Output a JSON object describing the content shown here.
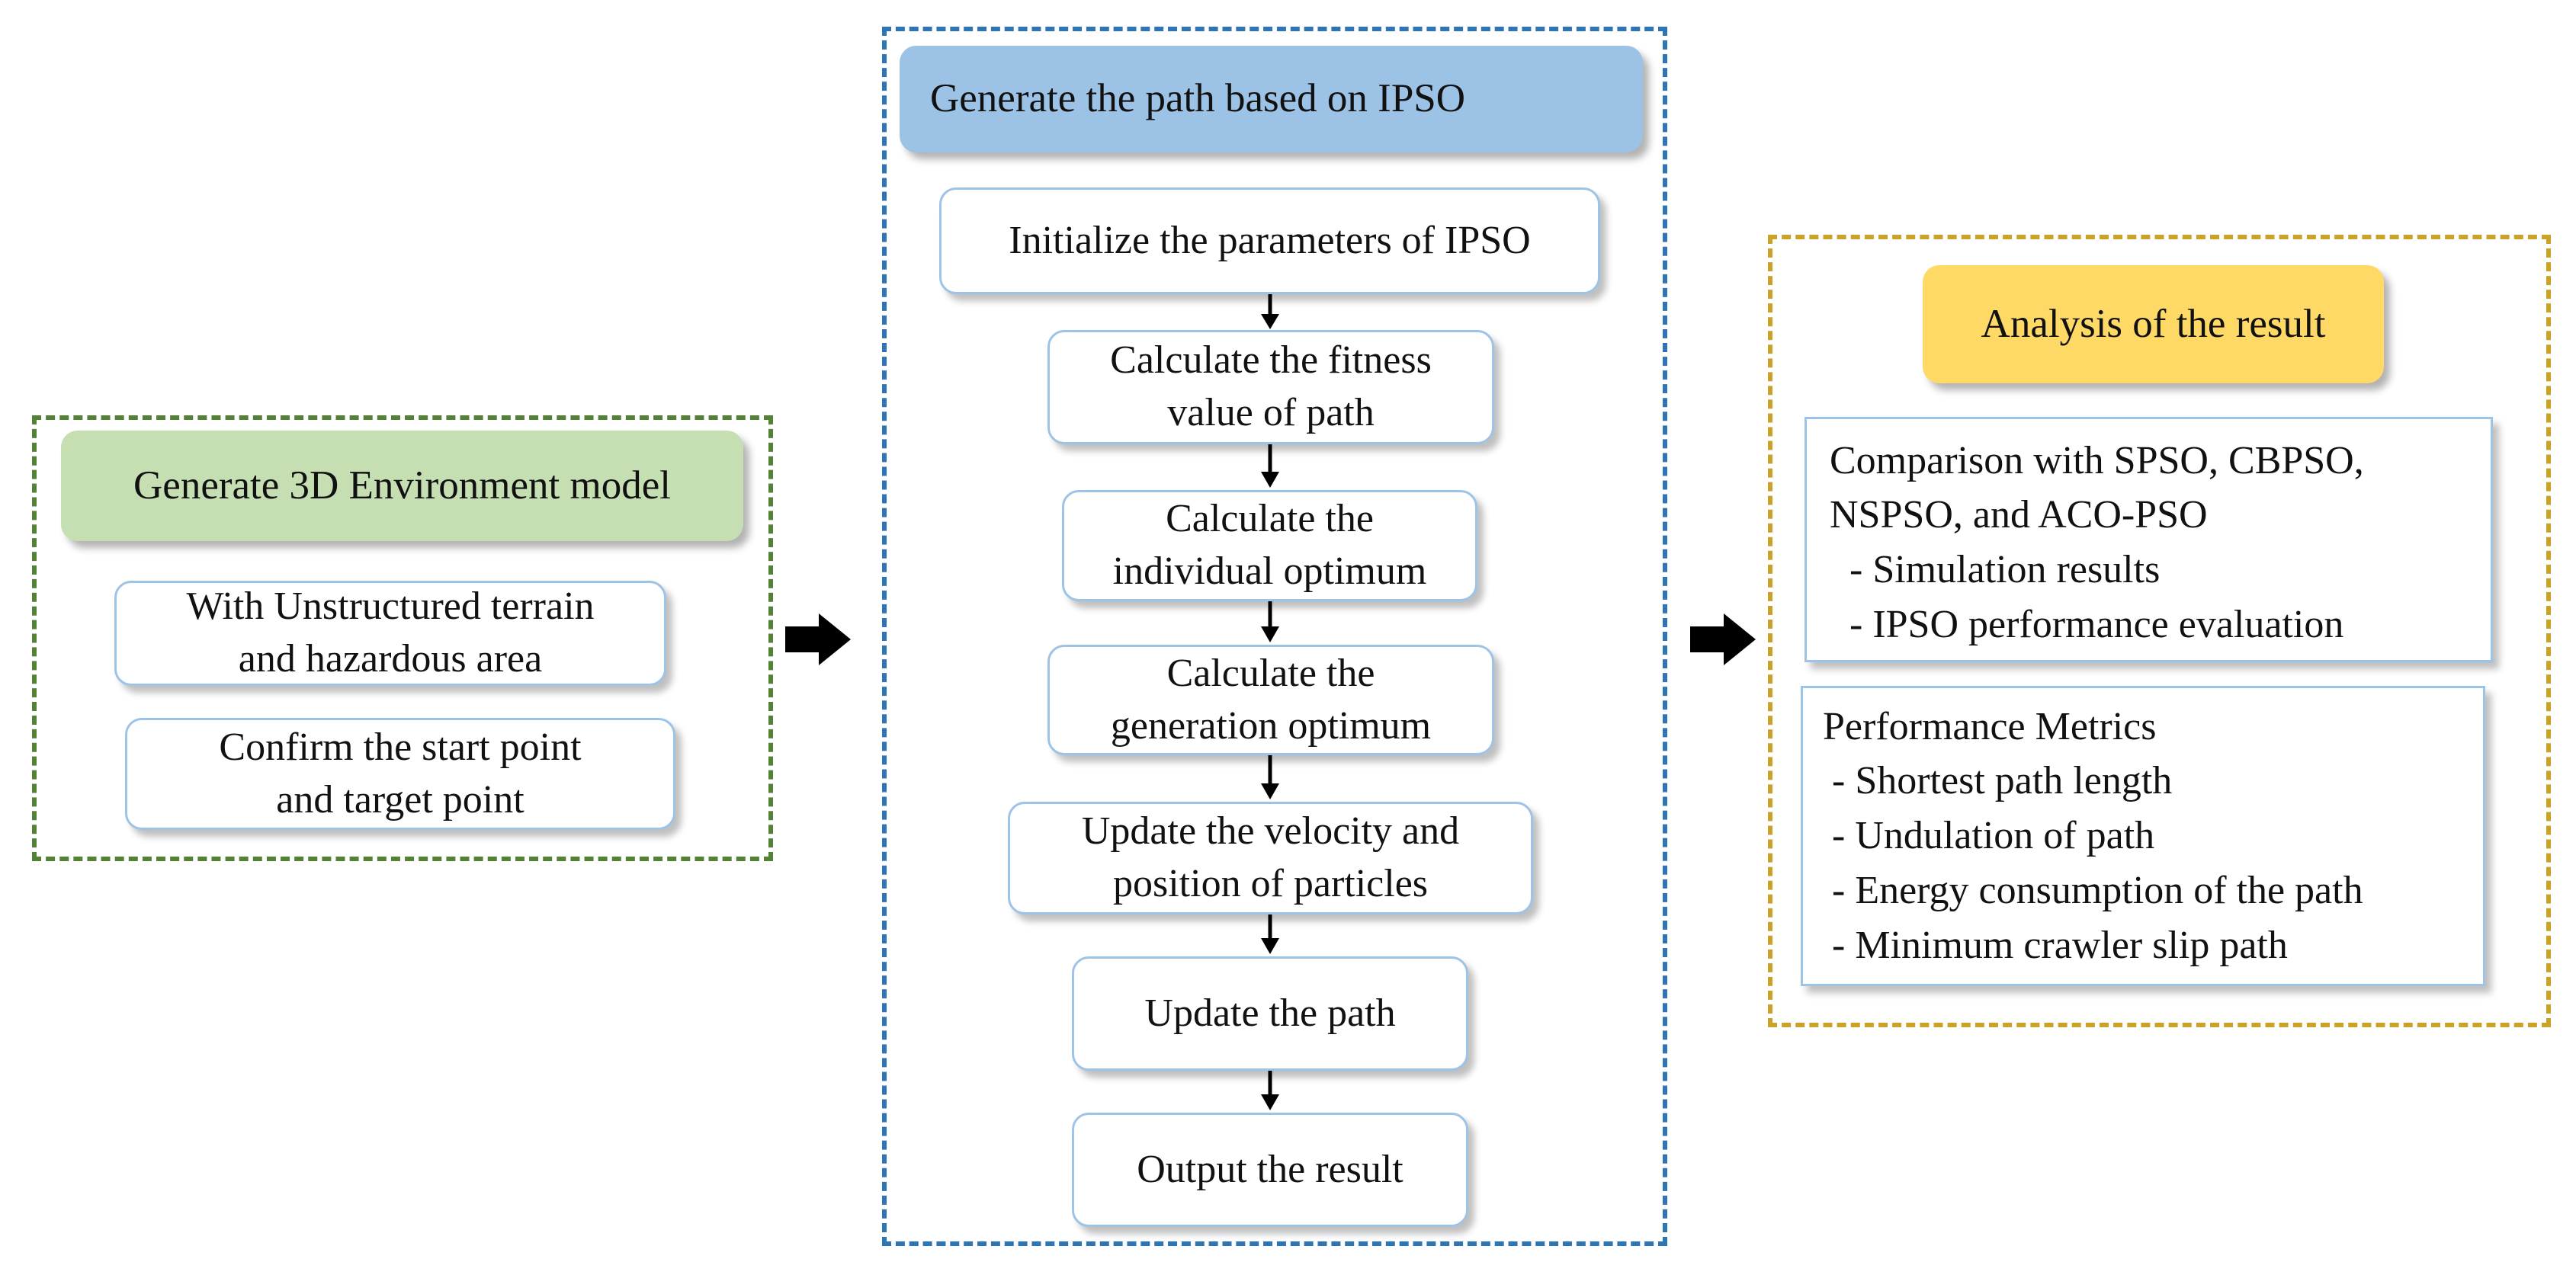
{
  "env": {
    "title": "Generate 3D Environment model",
    "box1": [
      "With Unstructured terrain",
      "and hazardous area"
    ],
    "box2": [
      "Confirm the start point",
      "and target point"
    ]
  },
  "ipso": {
    "title": "Generate the path based on IPSO",
    "steps": [
      [
        "Initialize the parameters of IPSO"
      ],
      [
        "Calculate the fitness",
        "value of path"
      ],
      [
        "Calculate the",
        "individual optimum"
      ],
      [
        "Calculate the",
        "generation optimum"
      ],
      [
        "Update the velocity and",
        "position of particles"
      ],
      [
        "Update the path"
      ],
      [
        "Output the result"
      ]
    ]
  },
  "analysis": {
    "title": "Analysis of the result",
    "comparison": {
      "lines": [
        "Comparison with SPSO, CBPSO,",
        "NSPSO, and ACO-PSO"
      ],
      "items": [
        "- Simulation results",
        "- IPSO performance evaluation"
      ]
    },
    "metrics": {
      "title": "Performance Metrics",
      "items": [
        "- Shortest path length",
        "- Undulation of path",
        "- Energy consumption of the path",
        "- Minimum crawler slip path"
      ]
    }
  },
  "colors": {
    "env_border": "#548235",
    "ipso_border": "#2e75b6",
    "analysis_border": "#c9a227",
    "env_header": "#c5dfb3",
    "ipso_header": "#9cc2e5",
    "analysis_header": "#ffd966",
    "box_border": "#9dc3e6"
  }
}
